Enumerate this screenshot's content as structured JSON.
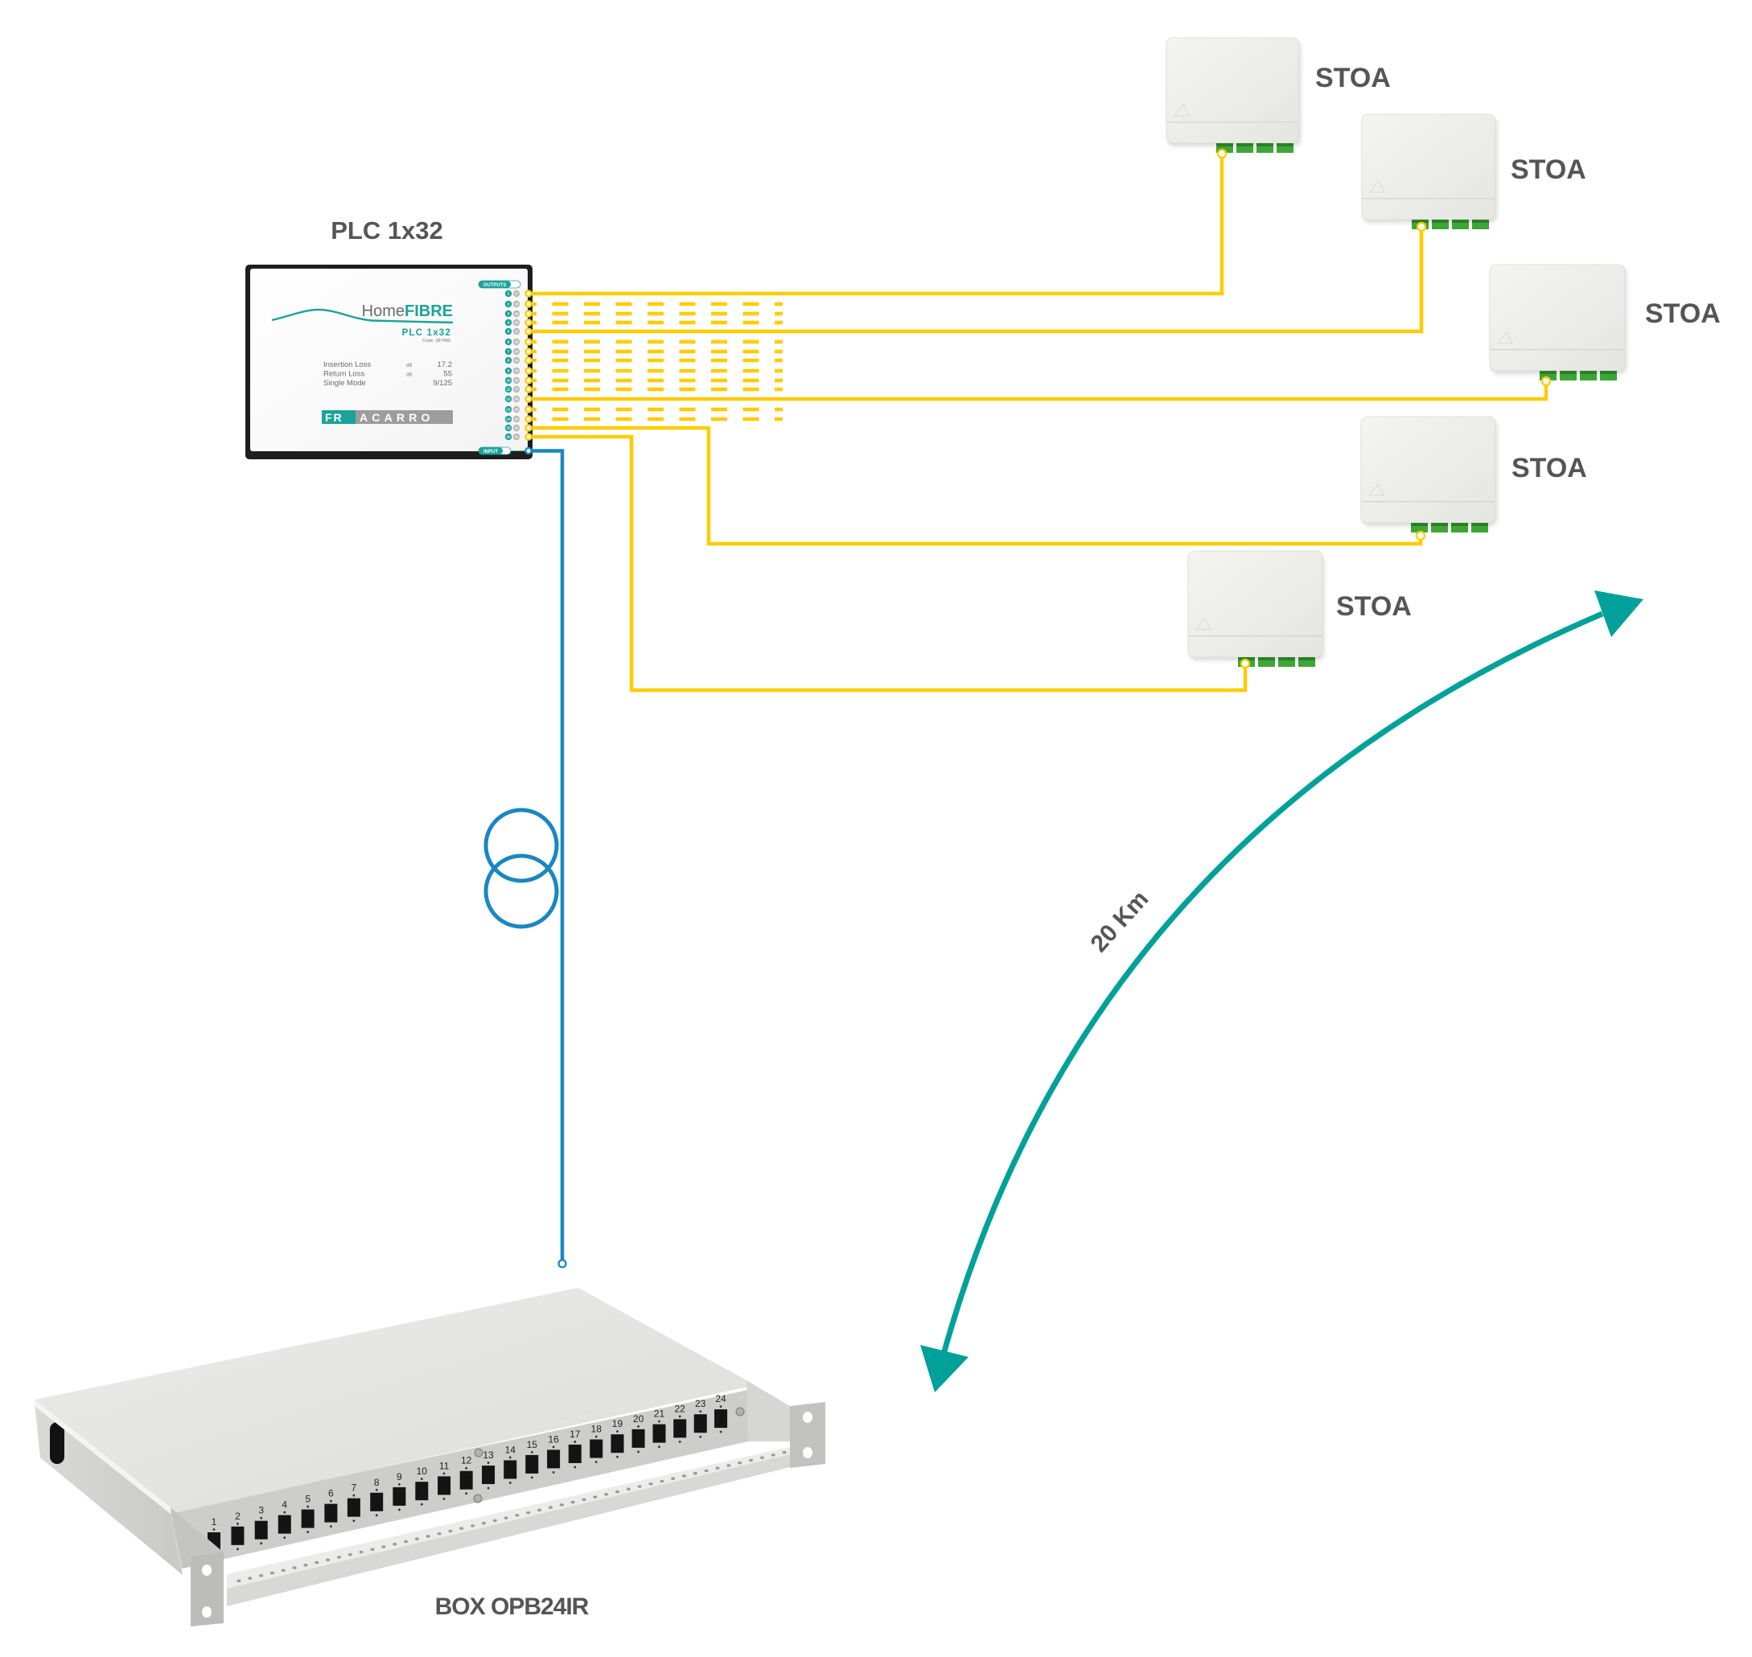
{
  "plc": {
    "label": "PLC 1x32",
    "brand_home": "Home",
    "brand_fibre": "FIBRE",
    "model": "PLC 1x32",
    "code": "Code: 287489",
    "specs": [
      {
        "name": "Insertion Loss",
        "unit": "dB",
        "value": "17.2"
      },
      {
        "name": "Return Loss",
        "unit": "dB",
        "value": "55"
      },
      {
        "name": "Single Mode",
        "unit": "",
        "value": "9/125"
      }
    ],
    "outputs_label": "OUTPUTS",
    "input_label": "INPUT",
    "manufacturer": {
      "part1": "FR",
      "part2": "ACARRO"
    },
    "ports": [
      {
        "num": 1,
        "pair": 17,
        "link": "connected"
      },
      {
        "num": 2,
        "pair": 18,
        "link": "spare"
      },
      {
        "num": 3,
        "pair": 19,
        "link": "spare"
      },
      {
        "num": 4,
        "pair": 20,
        "link": "spare"
      },
      {
        "num": 5,
        "pair": 21,
        "link": "connected"
      },
      {
        "num": 6,
        "pair": 22,
        "link": "spare"
      },
      {
        "num": 7,
        "pair": 23,
        "link": "spare"
      },
      {
        "num": 8,
        "pair": 24,
        "link": "spare"
      },
      {
        "num": 9,
        "pair": 25,
        "link": "spare"
      },
      {
        "num": 10,
        "pair": 26,
        "link": "spare"
      },
      {
        "num": 11,
        "pair": 27,
        "link": "spare"
      },
      {
        "num": 12,
        "pair": 28,
        "link": "connected"
      },
      {
        "num": 13,
        "pair": 29,
        "link": "spare"
      },
      {
        "num": 14,
        "pair": 30,
        "link": "spare"
      },
      {
        "num": 15,
        "pair": 31,
        "link": "connected"
      },
      {
        "num": 16,
        "pair": 32,
        "link": "connected"
      }
    ]
  },
  "stoa_units": [
    {
      "label": "STOA"
    },
    {
      "label": "STOA"
    },
    {
      "label": "STOA"
    },
    {
      "label": "STOA"
    },
    {
      "label": "STOA"
    }
  ],
  "distance": {
    "label": "20 Km"
  },
  "patch_panel": {
    "label": "BOX OPB24IR",
    "ports": [
      "1",
      "2",
      "3",
      "4",
      "5",
      "6",
      "7",
      "8",
      "9",
      "10",
      "11",
      "12",
      "13",
      "14",
      "15",
      "16",
      "17",
      "18",
      "19",
      "20",
      "21",
      "22",
      "23",
      "24"
    ]
  },
  "colors": {
    "drop_fiber": "#ffcc00",
    "feeder_fiber": "#1a87c0",
    "distance_arrow": "#00a19a",
    "brand_teal": "#1ba39a",
    "label_text": "#555555"
  }
}
